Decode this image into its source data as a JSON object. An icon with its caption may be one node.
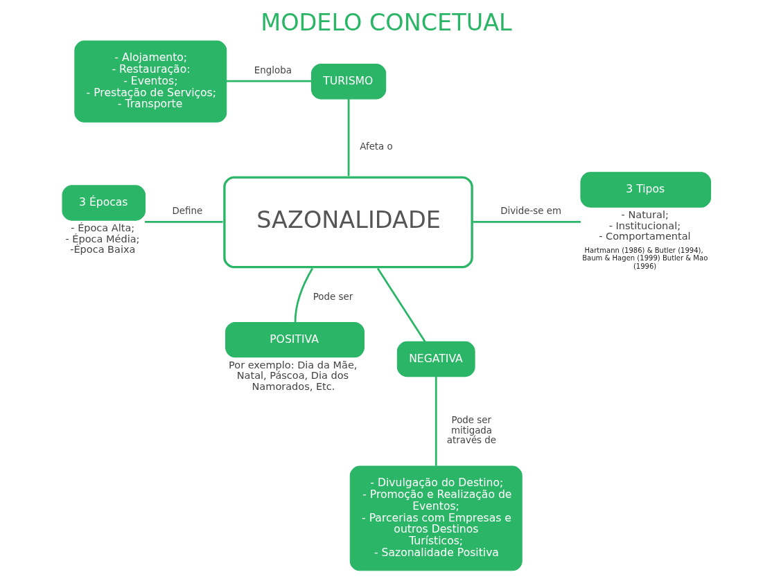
{
  "diagram": {
    "title": "MODELO CONCETUAL",
    "nodes": [
      {
        "text": [
          "- Alojamento; - Restauração: - Eventos; - Prestação de Serviços; - Transporte"
        ]
      },
      {
        "text": [
          "TURISMO"
        ]
      },
      {
        "text": [
          "SAZONALIDADE"
        ]
      },
      {
        "text": [
          "3 Épocas"
        ],
        "beside": [
          "- Época Alta; - Época Média; -Época Baixa"
        ]
      },
      {
        "text": [
          "3 Tipos"
        ],
        "beside": [
          "- Natural; - Institucional; - Comportamental",
          "Hartmann (1986) & Butler (1994), Baum & Hagen (1999) Butler & Mao (1996)"
        ]
      },
      {
        "text": [
          "POSITIVA"
        ],
        "beside": [
          "Por exemplo: Dia da Mãe, Natal, Páscoa, Dia dos Namorados, Etc."
        ]
      },
      {
        "text": [
          "NEGATIVA"
        ]
      },
      {
        "text": [
          "- Divulgação do Destino; - Promoção e Realização de Eventos; - Parcerias com Empresas e outros Destinos Turísticos; - Sazonalidade Positiva"
        ]
      }
    ],
    "edges": [
      {
        "from": 0,
        "to": 1,
        "arrow": "none",
        "label": "Engloba"
      },
      {
        "from": 1,
        "to": 2,
        "arrow": "none",
        "label": "Afeta o"
      },
      {
        "from": 3,
        "to": 2,
        "arrow": "none",
        "label": "Define"
      },
      {
        "from": 2,
        "to": 4,
        "arrow": "none",
        "label": "Divide-se em"
      },
      {
        "from": 2,
        "to": 5,
        "arrow": "none",
        "label": "Pode ser"
      },
      {
        "from": 2,
        "to": 6,
        "arrow": "none"
      },
      {
        "from": 6,
        "to": 7,
        "arrow": "none",
        "label": "Pode ser mitigada através de"
      }
    ]
  }
}
